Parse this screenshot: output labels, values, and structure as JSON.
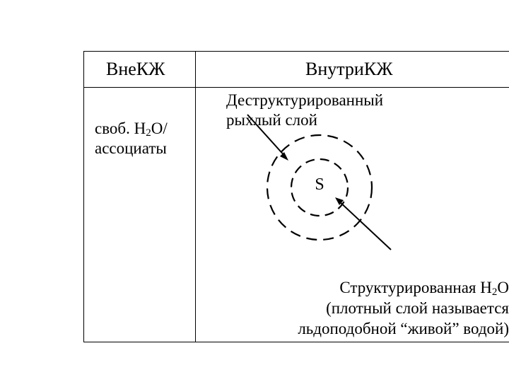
{
  "table": {
    "header_left": "ВнеКЖ",
    "header_right": "ВнутриКЖ"
  },
  "left_cell": {
    "line1_prefix": "своб. Н",
    "line1_sub": "2",
    "line1_suffix": "О/",
    "line2": "ассоциаты"
  },
  "diagram": {
    "center_label": "S",
    "top_label_line1": "Деструктурированный",
    "top_label_line2": "рыхлый слой",
    "bottom_label_line1_prefix": "Структурированная Н",
    "bottom_label_line1_sub": "2",
    "bottom_label_line1_suffix": "О",
    "bottom_label_line2": "(плотный слой называется",
    "bottom_label_line3": "льдоподобной “живой” водой)"
  }
}
